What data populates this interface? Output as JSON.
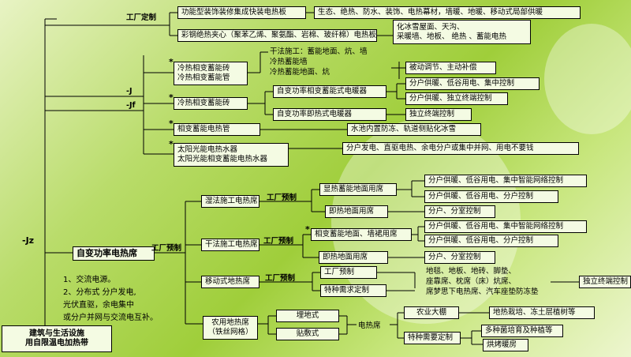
{
  "root_label": "-Jz",
  "branch_j": "-J",
  "branch_jf": "-Jf",
  "factory_custom": "工厂定制",
  "factory_pre": "工厂预制",
  "b1": "功能型装饰装修集成快装电热板",
  "b1_r": "生态、绝热、防水、装饰、电热幕材，墙暖、地暖、移动式局部供暖",
  "b2": "彩钢绝热夹心（聚苯乙烯、聚氨酯、岩棉、玻纤棉）电热板",
  "b2_r1": "化冰雪屋面、天沟、",
  "b2_r2": "采暖墙、地板、 绝热 、蓄能电热",
  "b3_1": "冷热相变蓄能砖",
  "b3_2": "冷热相变蓄能管",
  "dry_1": "干法施工：蓄能地面、炕、墙",
  "dry_2": "冷热蓄能墙",
  "dry_3": "冷热蓄能地面、炕",
  "passive": "被动调节、主动补偿",
  "b4": "冷热相变蓄能砖",
  "b4_a": "自变功率相变蓄能式电暖器",
  "b4_b": "自变功率即热式电暖器",
  "b4_a_r1": "分户供暖、低谷用电、集中控制",
  "b4_a_r2": "分户供暖、独立终端控制",
  "b4_b_r": "独立终端控制",
  "b5": "相变蓄能电热管",
  "b5_r": "水池内置防冻、轨道侧贴化冰雪",
  "b6_1": "太阳光能电热水器",
  "b6_2": "太阳光能相变蓄能电热水器",
  "b6_r": "分户发电、直驱电热、余电分户或集中并网、用电不要钱",
  "main": "自变功率电热席",
  "wet": "湿法施工电热席",
  "wet_a": "显热蓄能地面用席",
  "wet_b": "即热地面用席",
  "wet_a_r1": "分户供暖、低谷用电、集中智能网络控制",
  "wet_a_r2": "分户供暖、低谷用电、分户控制",
  "wet_b_r": "分户、分室控制",
  "dryc": "干法施工电热席",
  "dryc_a": "相变蓄能地面、墙裙用席",
  "dryc_b": "即热地面用席",
  "dryc_a_r1": "分户供暖、低谷用电、集中智能网络控制",
  "dryc_a_r2": "分户供暖、低谷用电、分户控制",
  "dryc_b_r": "分户、分室控制",
  "mob": "移动式地热席",
  "mob_a": "工厂预制",
  "mob_b": "特种需求定制",
  "mob_text_1": "地毯、地板、地砖、脚垫、",
  "mob_text_2": "座靠席、枕席（床）炕席、",
  "mob_text_3": "席梦思下电热席、汽车座垫防冻垫",
  "mob_r": "独立终端控制",
  "agri": "农用地热席",
  "agri_2": "（铁丝网格）",
  "agri_bury": "埋地式",
  "agri_stick": "贴敷式",
  "agri_mat": "电热席",
  "agri_green": "农业大棚",
  "agri_green_r": "地热栽培、冻土层植树等",
  "agri_spec": "特种需要定制",
  "agri_spec_r1": "多种菌培育及种植等",
  "agri_spec_r2": "烘烤暖房",
  "notes": [
    "1、交流电源。",
    "2、分布式 分户发电,",
    "光伏直驱，余电集中",
    "或分户并网与交流电互补。"
  ],
  "footer_1": "建筑与生活设施",
  "footer_2": "用自限温电加热带"
}
